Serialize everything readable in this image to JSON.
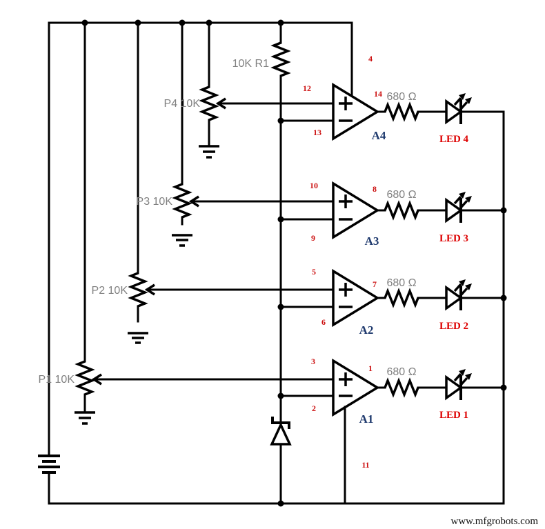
{
  "diagram": {
    "watermark": "www.mfgrobots.com",
    "r1": {
      "label": "10K R1"
    },
    "pots": {
      "p1": {
        "label": "P1 10K"
      },
      "p2": {
        "label": "P2 10K"
      },
      "p3": {
        "label": "P3 10K"
      },
      "p4": {
        "label": "P4 10K"
      }
    },
    "opamps": {
      "a1": {
        "name": "A1",
        "pin_plus": "3",
        "pin_minus": "2",
        "pin_out": "1",
        "pin_gnd": "11"
      },
      "a2": {
        "name": "A2",
        "pin_plus": "5",
        "pin_minus": "6",
        "pin_out": "7"
      },
      "a3": {
        "name": "A3",
        "pin_plus": "10",
        "pin_minus": "9",
        "pin_out": "8"
      },
      "a4": {
        "name": "A4",
        "pin_plus": "12",
        "pin_minus": "13",
        "pin_out": "14",
        "pin_vcc": "4"
      }
    },
    "channels": {
      "ch1": {
        "resistor": "680 Ω",
        "led": "LED 1"
      },
      "ch2": {
        "resistor": "680 Ω",
        "led": "LED 2"
      },
      "ch3": {
        "resistor": "680 Ω",
        "led": "LED 3"
      },
      "ch4": {
        "resistor": "680 Ω",
        "led": "LED 4"
      }
    },
    "colors": {
      "wire": "#000000",
      "pin_label": "#cc1111",
      "opamp_label": "#1f3a6e",
      "led_label": "#dd0000",
      "component_label": "#808080",
      "background": "#ffffff"
    }
  }
}
